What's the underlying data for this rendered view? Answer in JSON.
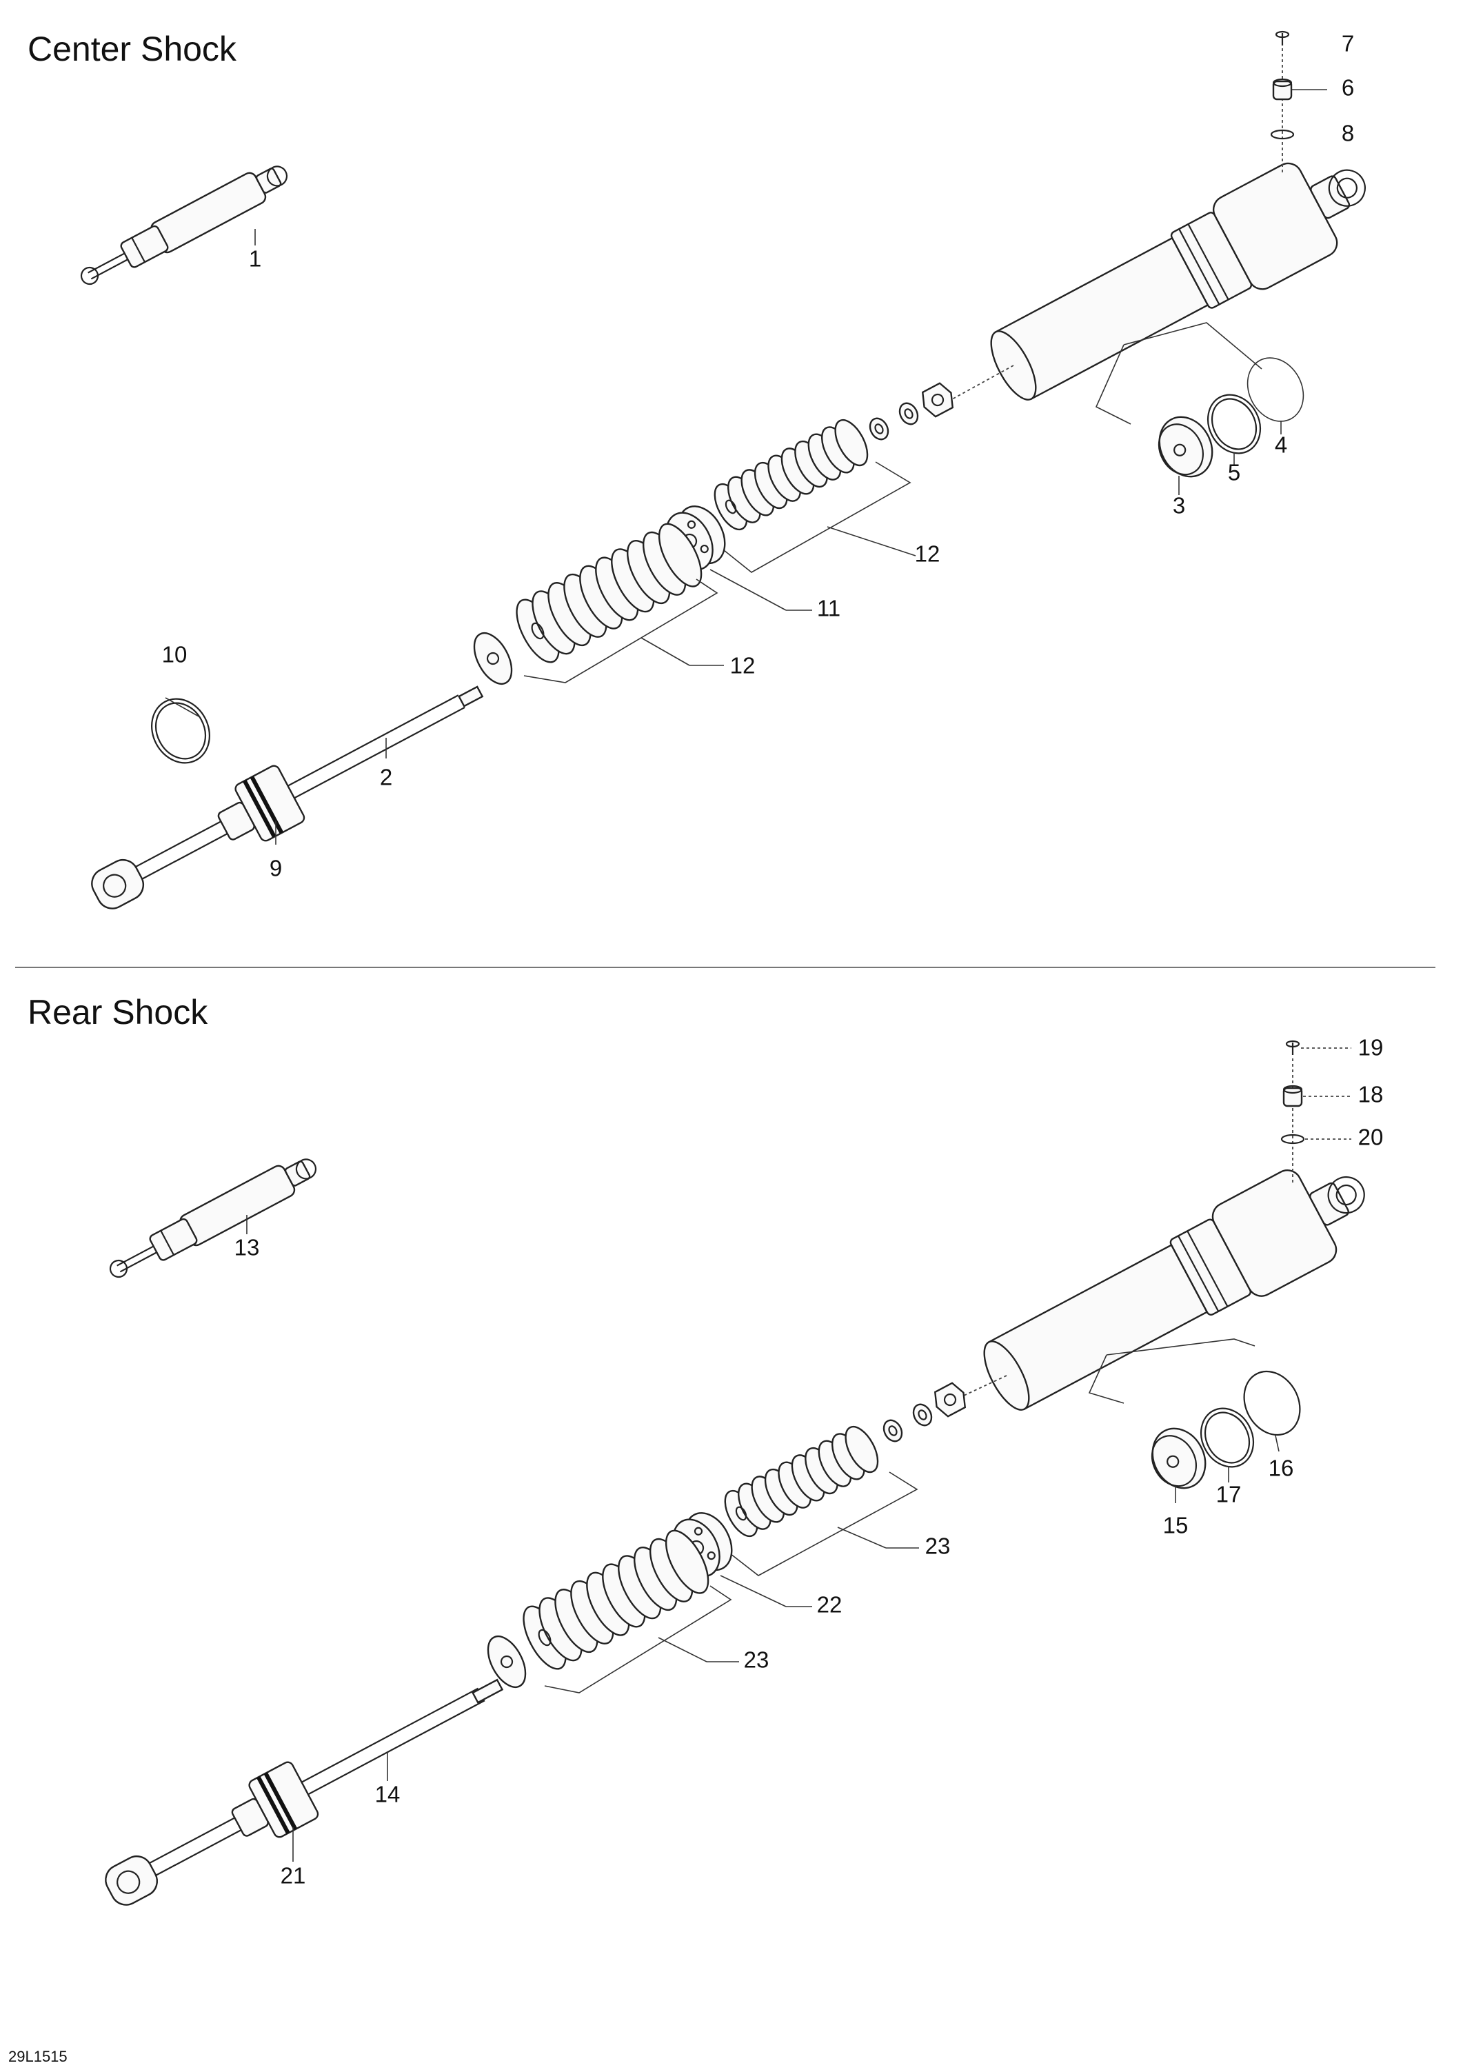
{
  "sections": [
    {
      "title": "Center Shock",
      "callouts": [
        "1",
        "2",
        "3",
        "4",
        "5",
        "6",
        "7",
        "8",
        "9",
        "10",
        "11",
        "12",
        "12"
      ],
      "icons": [
        "shock-assembly-icon",
        "shock-body-icon",
        "piston-rod-icon",
        "spring-stack-icon",
        "spring-stack-icon",
        "spring-piston-icon",
        "bumper-cap-icon",
        "ring-icon",
        "seal-ring-icon",
        "nut-icon",
        "washer-icon",
        "screw-icon",
        "valve-icon",
        "o-ring-icon",
        "snap-ring-icon",
        "wear-band-icon"
      ]
    },
    {
      "title": "Rear Shock",
      "callouts": [
        "13",
        "14",
        "15",
        "16",
        "17",
        "18",
        "19",
        "20",
        "21",
        "22",
        "23",
        "23"
      ],
      "icons": [
        "shock-assembly-icon",
        "shock-body-icon",
        "piston-rod-icon",
        "spring-stack-icon",
        "spring-stack-icon",
        "spring-piston-icon",
        "bumper-cap-icon",
        "ring-icon",
        "seal-ring-icon",
        "nut-icon",
        "washer-icon",
        "screw-icon",
        "valve-icon",
        "o-ring-icon",
        "wear-band-icon"
      ]
    }
  ],
  "drawing_code": "29L1515"
}
